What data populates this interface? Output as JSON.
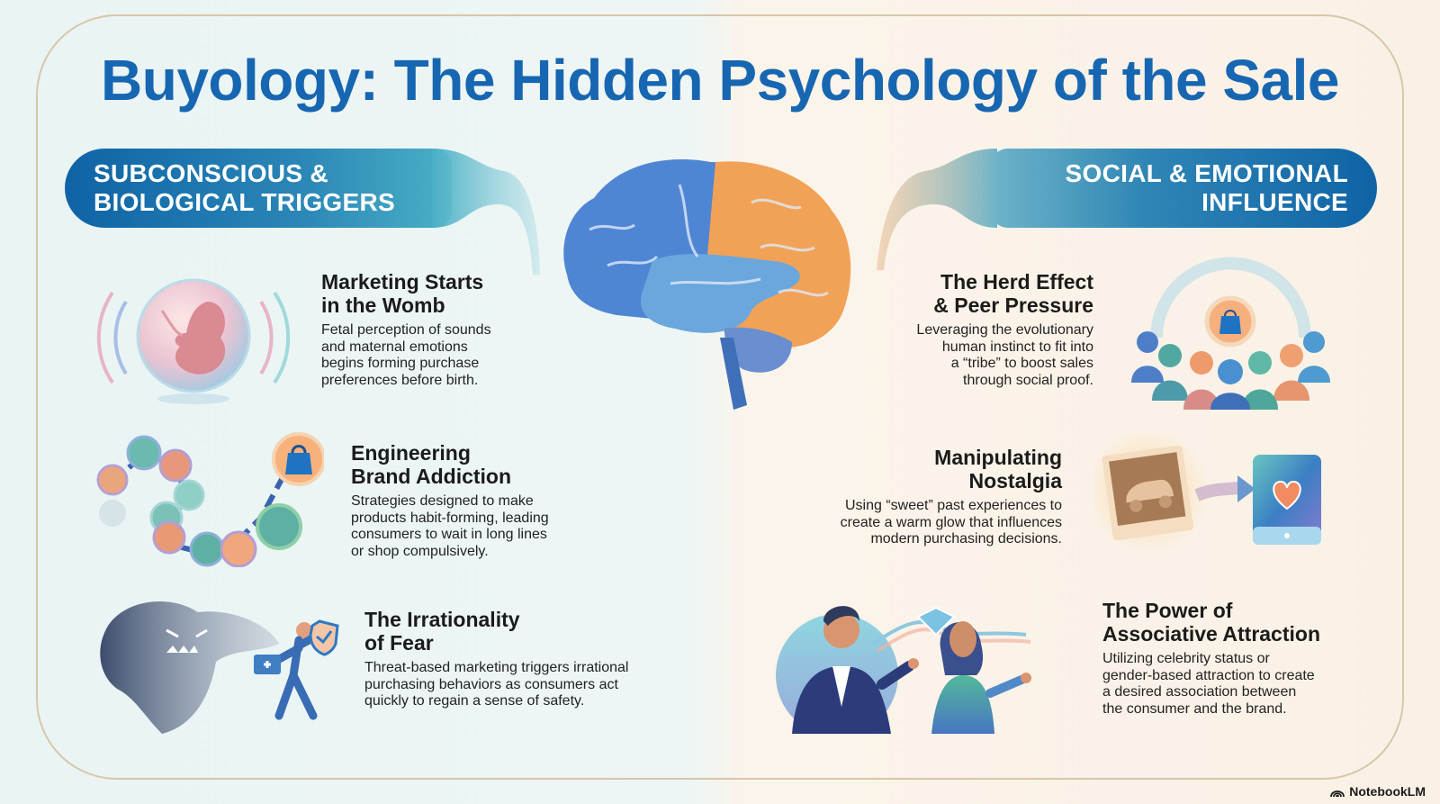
{
  "title": "Buyology: The Hidden Psychology of the Sale",
  "sections": {
    "left": {
      "heading_line1": "SUBCONSCIOUS &",
      "heading_line2": "BIOLOGICAL TRIGGERS",
      "items": [
        {
          "title_line1": "Marketing Starts",
          "title_line2": "in the Womb",
          "body": [
            "Fetal perception of sounds",
            "and maternal emotions",
            "begins forming purchase",
            "preferences before birth."
          ],
          "icon": "fetus-in-bubble-icon"
        },
        {
          "title_line1": "Engineering",
          "title_line2": "Brand Addiction",
          "body": [
            "Strategies designed to make",
            "products habit-forming, leading",
            "consumers to wait in long lines",
            "or shop compulsively."
          ],
          "icon": "habit-chain-icon"
        },
        {
          "title_line1": "The Irrationality",
          "title_line2": "of Fear",
          "body": [
            "Threat-based marketing triggers irrational",
            "purchasing behaviors as consumers act",
            "quickly to regain a sense of safety."
          ],
          "icon": "fear-ghost-icon"
        }
      ]
    },
    "right": {
      "heading_line1": "SOCIAL & EMOTIONAL",
      "heading_line2": "INFLUENCE",
      "items": [
        {
          "title_line1": "The Herd Effect",
          "title_line2": "& Peer Pressure",
          "body": [
            "Leveraging the evolutionary",
            "human instinct to fit into",
            "a “tribe” to boost sales",
            "through social proof."
          ],
          "icon": "crowd-icon"
        },
        {
          "title_line1": "Manipulating",
          "title_line2": "Nostalgia",
          "body": [
            "Using “sweet” past experiences to",
            "create a warm glow that influences",
            "modern purchasing decisions."
          ],
          "icon": "nostalgia-photo-icon"
        },
        {
          "title_line1": "The Power of",
          "title_line2": "Associative Attraction",
          "body": [
            "Utilizing celebrity status or",
            "gender-based attraction to create",
            "a desired association between",
            "the consumer and the brand."
          ],
          "icon": "attraction-couple-icon"
        }
      ]
    }
  },
  "center_icon": "brain-icon",
  "footer": {
    "brand": "NotebookLM"
  },
  "colors": {
    "title": "#1766b1",
    "banner_dark": "#0f63a6",
    "banner_light": "#4ab0c6",
    "brain_blue": "#4f86d4",
    "brain_orange": "#f2a257",
    "frame_border": "#d8c6a8"
  }
}
